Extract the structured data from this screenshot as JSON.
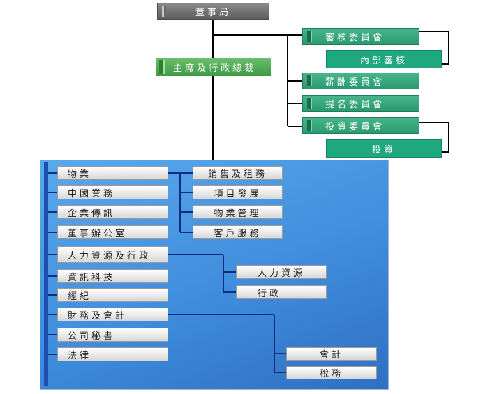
{
  "board": "董事局",
  "chairman": "主席及行政總裁",
  "committees": [
    {
      "label": "審核委員會",
      "sub": "內部審核"
    },
    {
      "label": "薪酬委員會"
    },
    {
      "label": "提名委員會"
    },
    {
      "label": "投資委員會",
      "sub": "投資"
    }
  ],
  "departments": [
    "物業",
    "中國業務",
    "企業傳訊",
    "董事辦公室",
    "人力資源及行政",
    "資訊科技",
    "經紀",
    "財務及會計",
    "公司秘書",
    "法律"
  ],
  "property_units": [
    "銷售及租務",
    "項目發展",
    "物業管理",
    "客戶服務"
  ],
  "hr_units": [
    "人力資源",
    "行政"
  ],
  "finance_units": [
    "會計",
    "稅務"
  ],
  "colors": {
    "committee": "#2b9a72",
    "chairman": "#4caf50",
    "board": "#6f6f6f",
    "panel": "#3f8ddc"
  }
}
